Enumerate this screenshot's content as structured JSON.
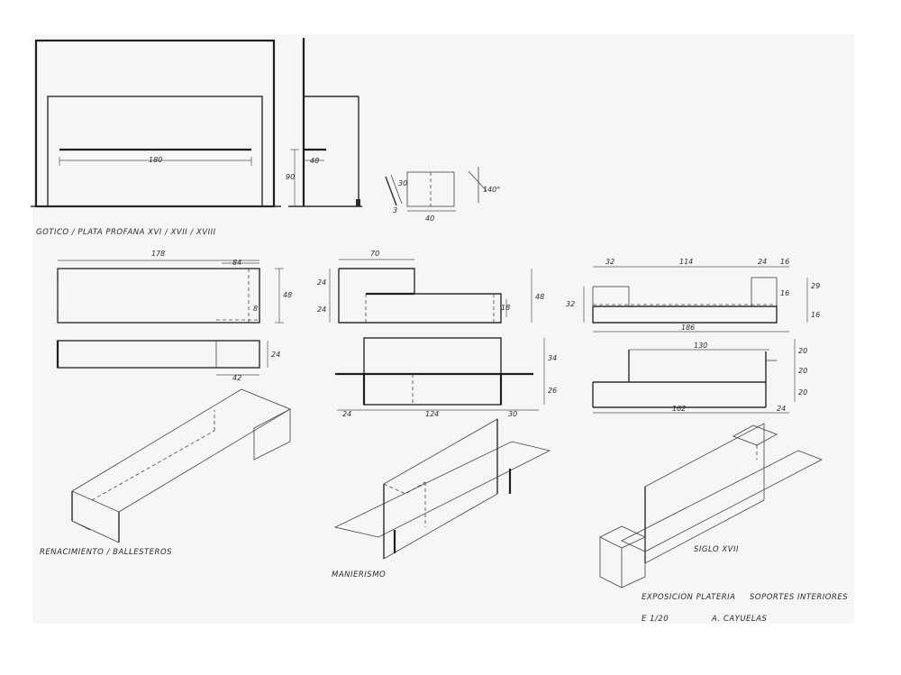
{
  "captions": {
    "gothic": "GOTICO / PLATA PROFANA XVI / XVII / XVIII",
    "renaissance": "RENACIMIENTO / BALLESTEROS",
    "mannerism": "MANIERISMO",
    "seventeenth": "SIGLO XVII",
    "exhibition": "EXPOSICION PLATERIA",
    "furniture": "SOPORTES INTERIORES",
    "scale": "E 1/20",
    "author": "A. CAYUELAS"
  },
  "dims": {
    "g_width": "180",
    "g_height": "90",
    "g_side": "48",
    "g_detail_h": "30",
    "g_detail_w": "40",
    "g_detail_t": "3",
    "g_angle": "140°",
    "r_width": "178",
    "r_inset": "84",
    "r_height": "48",
    "r_small": "8",
    "r_depth": "24",
    "r_leg": "42",
    "m_top": "70",
    "m_h1": "24",
    "m_h2": "24",
    "m_height": "48",
    "m_step": "18",
    "m_p1": "34",
    "m_p2": "26",
    "m_w1": "24",
    "m_w2": "124",
    "m_w3": "30",
    "s_w1": "32",
    "s_w2": "114",
    "s_w3": "24",
    "s_w4": "16",
    "s_side": "32",
    "s_h1": "29",
    "s_h2": "16",
    "s_h3": "16",
    "s_total": "186",
    "s_inner": "130",
    "s_p1": "20",
    "s_p2": "20",
    "s_p3": "20",
    "s_base": "162",
    "s_end": "24"
  }
}
